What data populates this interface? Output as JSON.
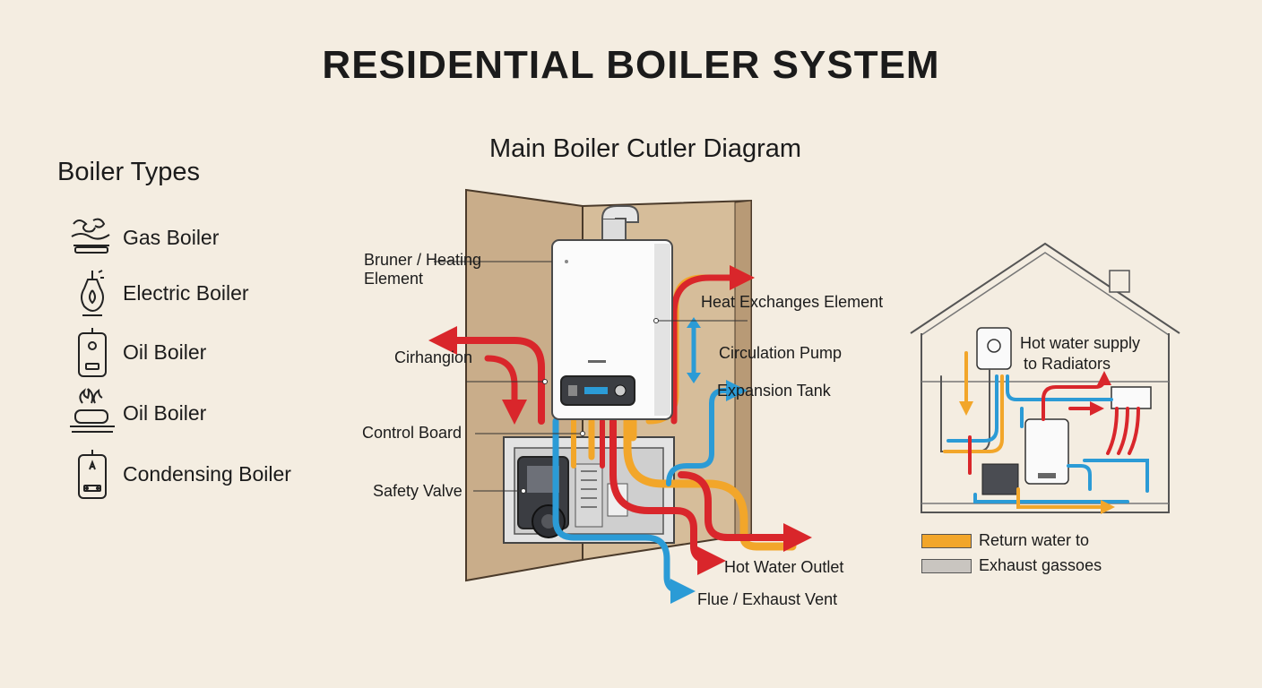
{
  "title": "RESIDENTIAL BOILER SYSTEM",
  "diagram_title": "Main Boiler Cutler Diagram",
  "boiler_types": {
    "heading": "Boiler Types",
    "items": [
      {
        "label": "Gas Boiler",
        "icon": "gas-flame-icon"
      },
      {
        "label": "Electric Boiler",
        "icon": "electric-flame-icon"
      },
      {
        "label": "Oil Boiler",
        "icon": "oil-tank-icon"
      },
      {
        "label": "Oil Boiler",
        "icon": "oil-burner-icon"
      },
      {
        "label": "Condensing Boiler",
        "icon": "condensing-unit-icon"
      }
    ]
  },
  "callouts": {
    "burner_line1": "Bruner / Heating",
    "burner_line2": "Element",
    "cirhangion": "Cirhangion",
    "control_board": "Control Board",
    "safety_valve": "Safety Valve",
    "heat_exchanger": "Heat Exchanges Element",
    "circulation_pump": "Circulation Pump",
    "expansion_tank": "Expansion Tank",
    "hot_water_outlet": "Hot Water Outlet",
    "flue_vent": "Flue / Exhaust Vent"
  },
  "house": {
    "label_line1": "Hot water supply",
    "label_line2": "to Radiators"
  },
  "legend": [
    {
      "label": "Return water to",
      "color": "#f2a62a"
    },
    {
      "label": "Exhaust gassoes",
      "color": "#c9c5c0"
    }
  ],
  "colors": {
    "hot": "#d9262b",
    "cold": "#2b9bd6",
    "return": "#f2a62a",
    "wall": "#c9ad8a"
  }
}
